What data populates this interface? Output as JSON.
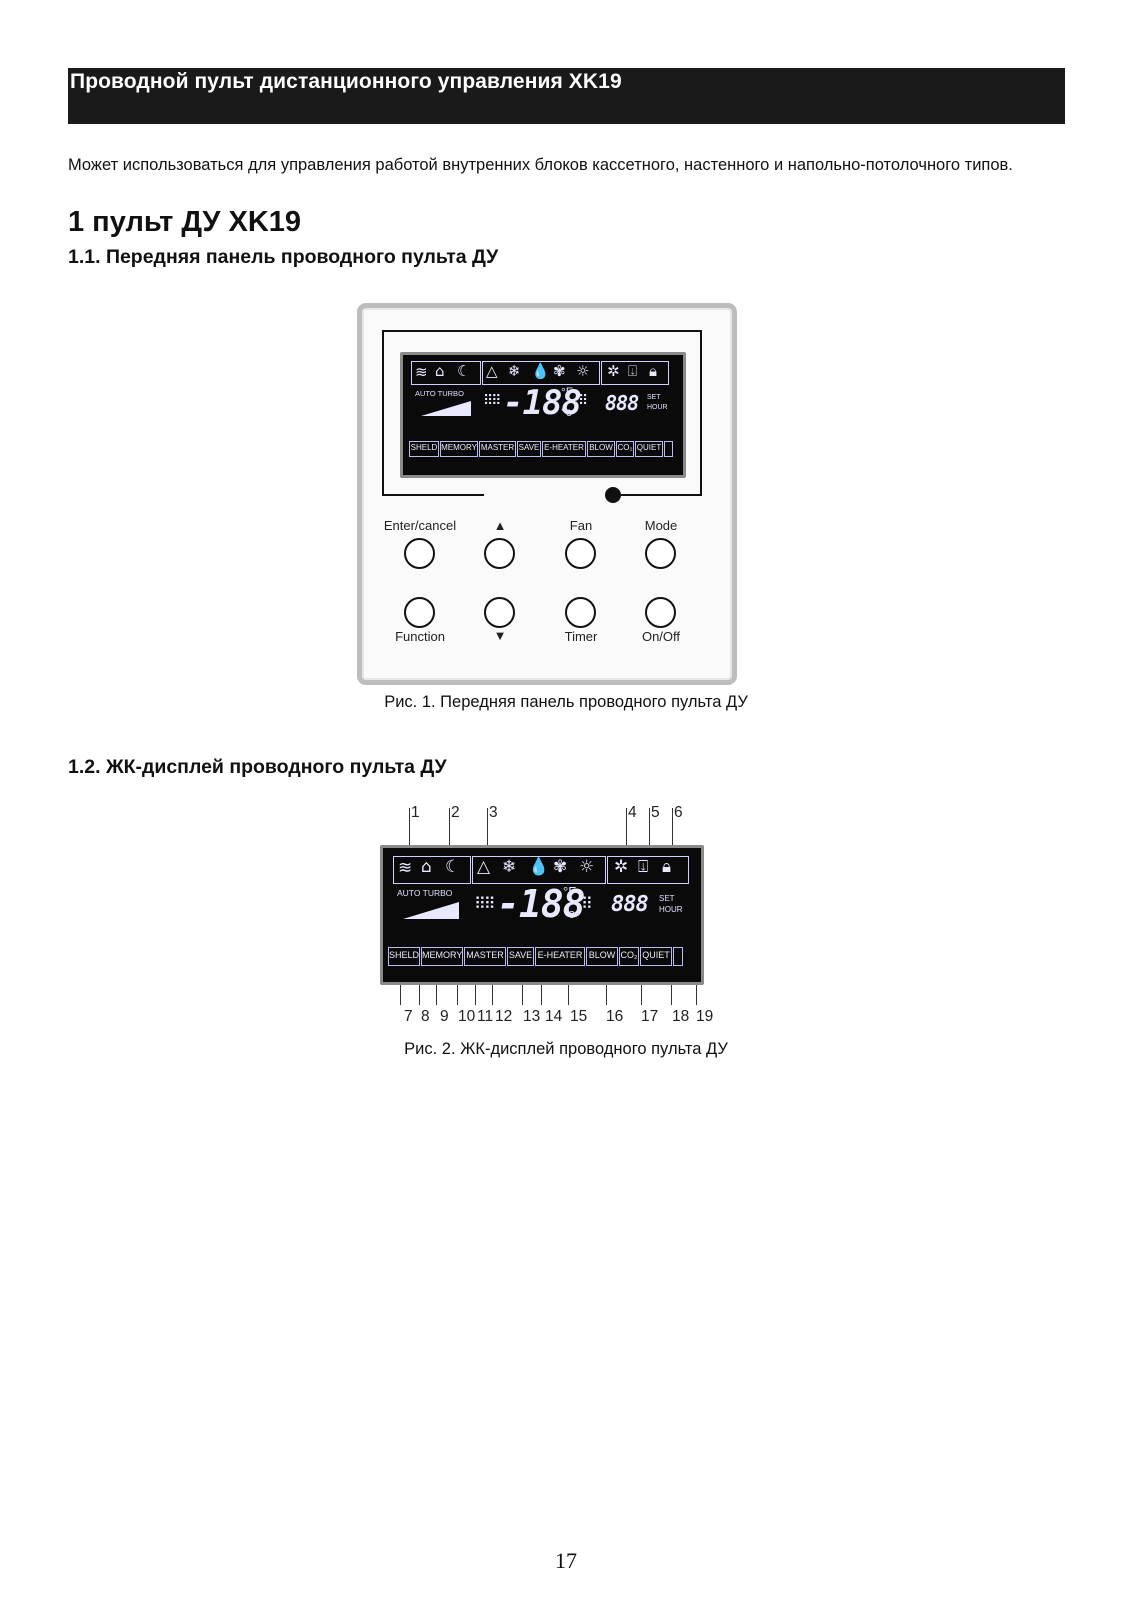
{
  "header": {
    "title": "Проводной пульт дистанционного управления XK19"
  },
  "intro": "Может использоваться для управления работой внутренних блоков кассетного, настенного и напольно-потолочного типов.",
  "section1": {
    "title": "1 пульт ДУ XK19"
  },
  "subsection1": {
    "title": "1.1. Передняя панель проводного пульта ДУ"
  },
  "figure1": {
    "caption": "Рис. 1. Передняя панель проводного пульта ДУ",
    "buttons": {
      "enter_cancel": "Enter/cancel",
      "up": "▲",
      "fan": "Fan",
      "mode": "Mode",
      "function": "Function",
      "down": "▼",
      "timer": "Timer",
      "on_off": "On/Off"
    }
  },
  "subsection2": {
    "title": "1.2. ЖК-дисплей проводного пульта ДУ"
  },
  "figure2": {
    "caption": "Рис. 2. ЖК-дисплей проводного пульта ДУ",
    "callouts_top": [
      "1",
      "2",
      "3",
      "4",
      "5",
      "6"
    ],
    "callouts_bottom": [
      "7",
      "8",
      "9",
      "10",
      "11",
      "12",
      "13",
      "14",
      "15",
      "16",
      "17",
      "18",
      "19"
    ]
  },
  "lcd": {
    "auto_turbo": "AUTO TURBO",
    "temp_digits": "-188",
    "unit_f": "°F",
    "unit_c": "°c",
    "timer_digits": "888",
    "set": "SET",
    "hour": "HOUR",
    "tags": [
      "SHELD",
      "MEMORY",
      "MASTER",
      "SAVE",
      "E-HEATER",
      "BLOW",
      "CO₂",
      "QUIET"
    ],
    "icons": [
      "swing-icon",
      "home-icon",
      "sleep-icon",
      "auto-mode-icon",
      "cool-icon",
      "dry-icon",
      "fan-icon",
      "heat-icon",
      "defrost-icon",
      "filter-icon",
      "lock-icon"
    ]
  },
  "colors": {
    "banner": "#1a1a1a",
    "lcd_background": "#0a0a0a",
    "lcd_segments": "#e8e8ff"
  },
  "page_number": "17"
}
